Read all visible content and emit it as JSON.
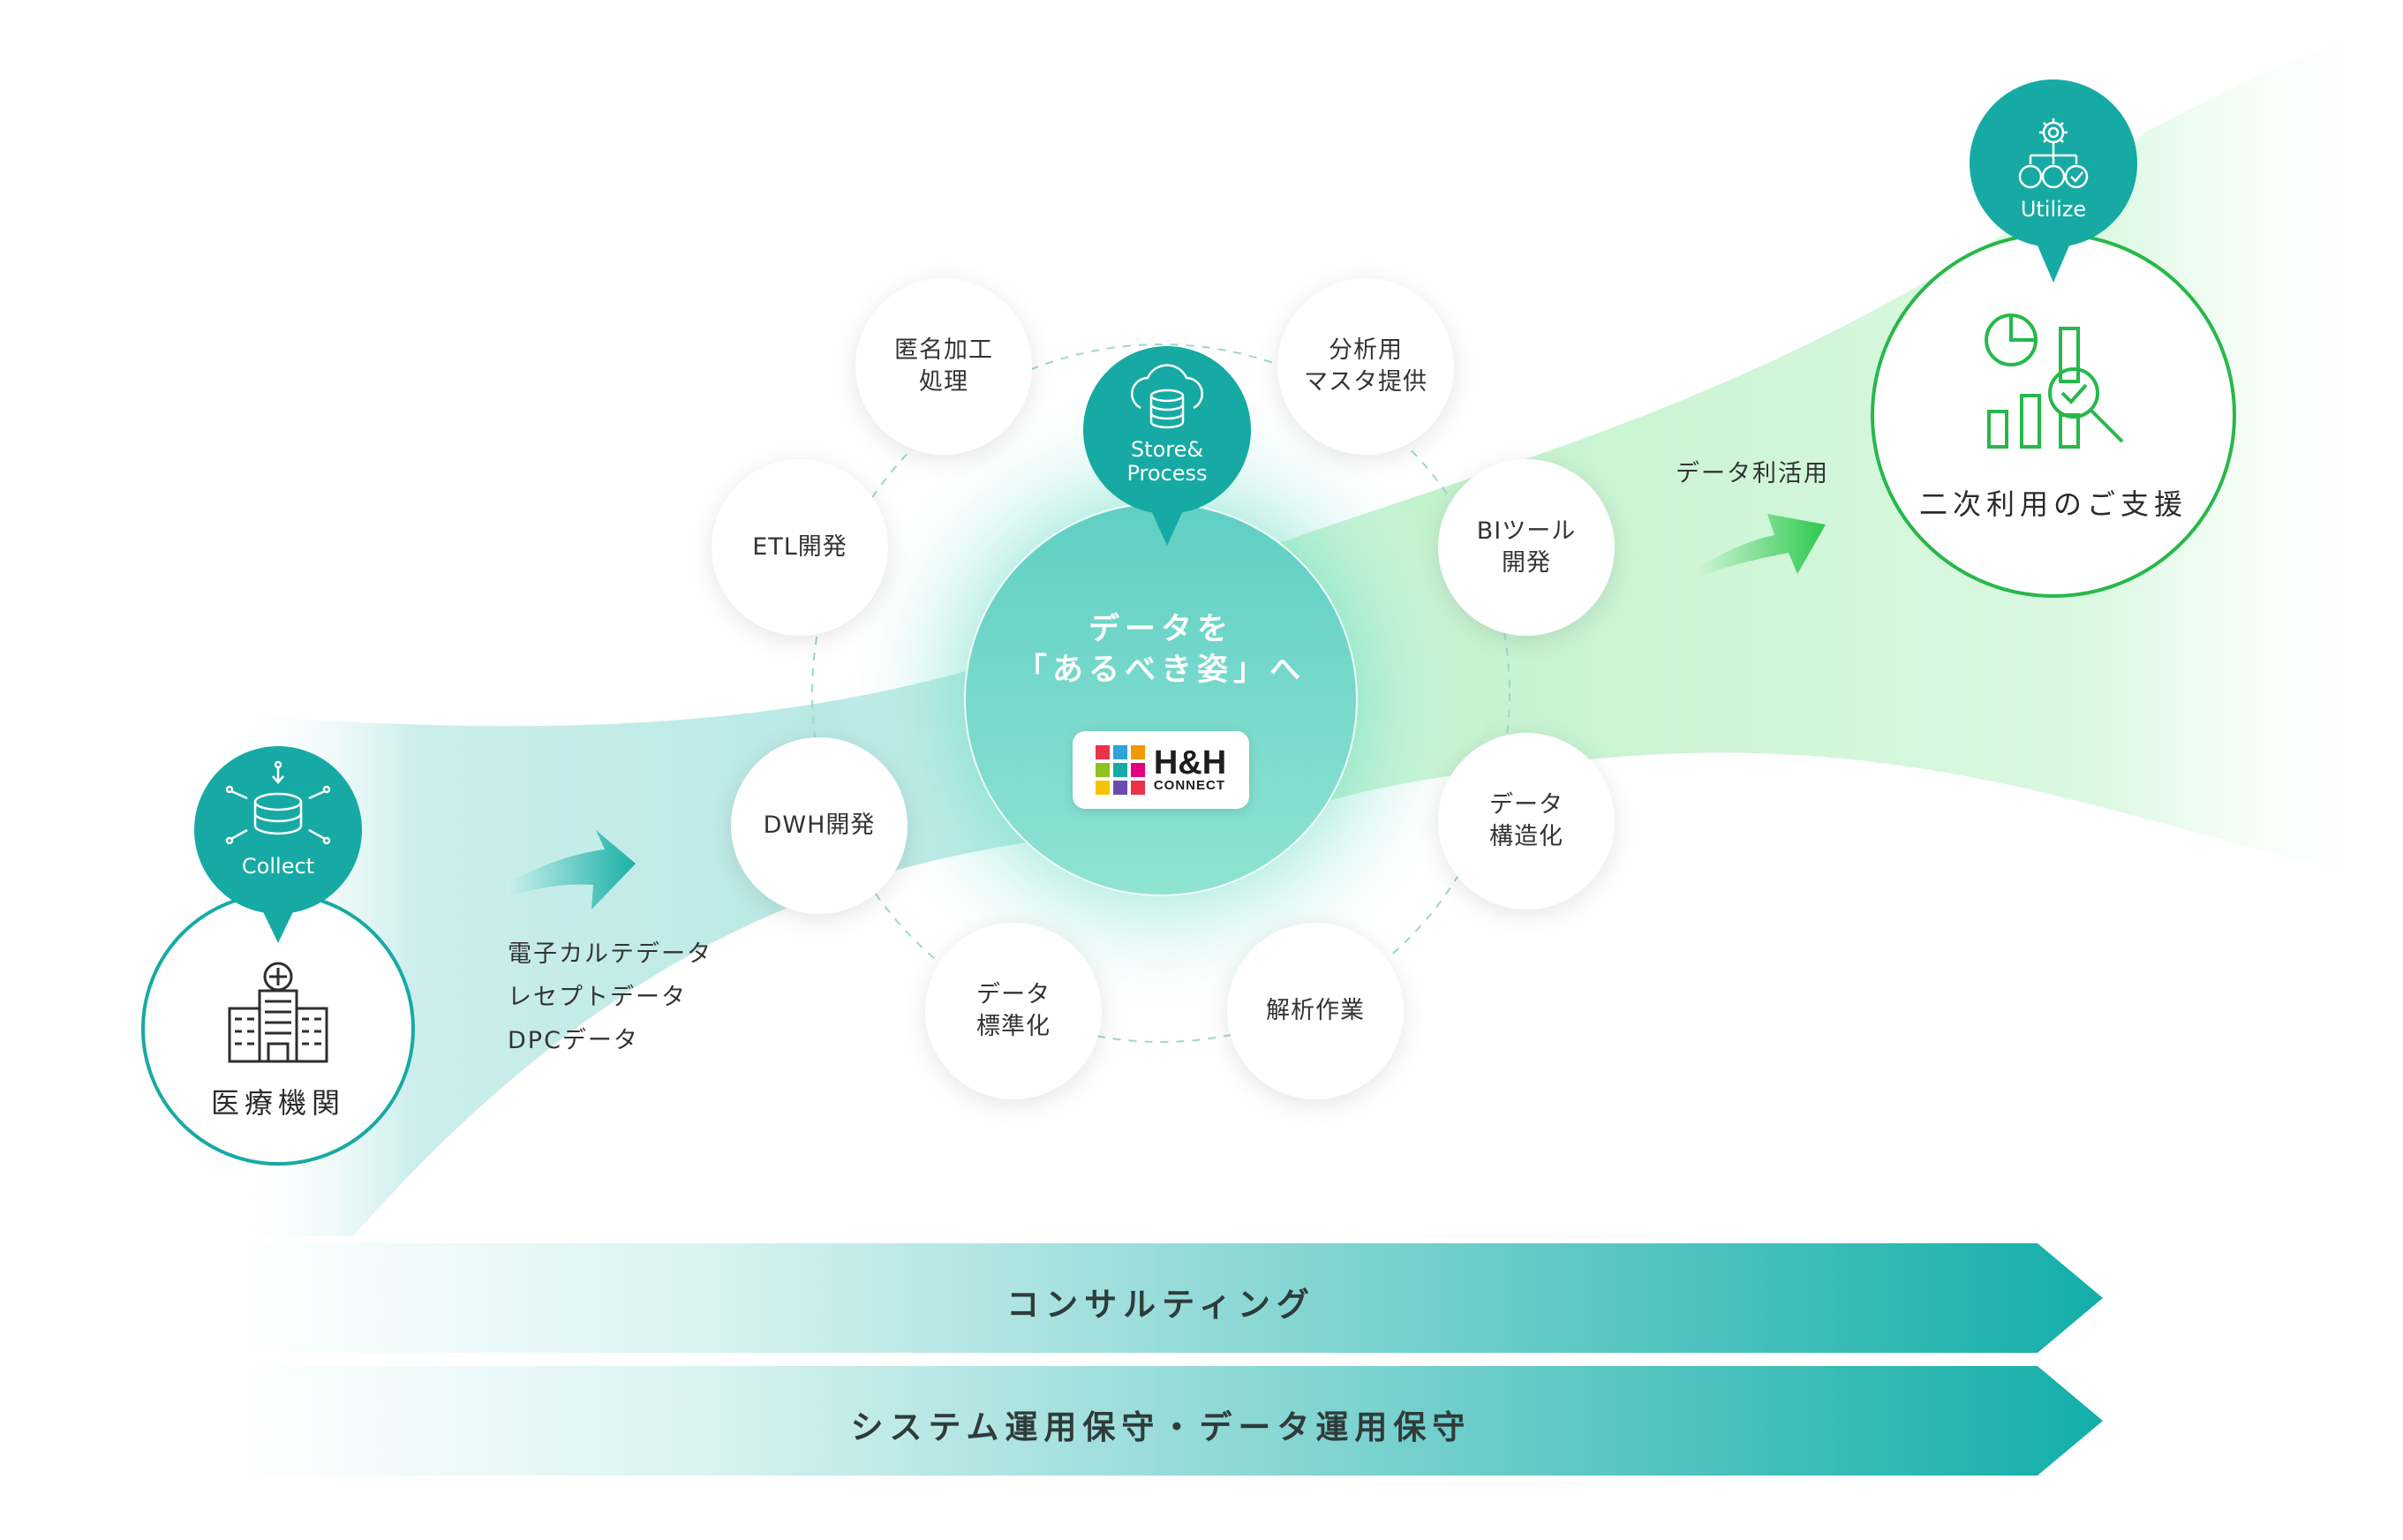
{
  "collect": {
    "label": "Collect",
    "icon": "database-network-icon"
  },
  "hospital": {
    "label": "医療機関",
    "icon": "hospital-icon"
  },
  "data_types": [
    "電子カルテデータ",
    "レセプトデータ",
    "DPCデータ"
  ],
  "store": {
    "label": "Store&\nProcess",
    "icon": "cloud-database-icon"
  },
  "center": {
    "line1": "データを",
    "line2": "「あるべき姿」へ",
    "logo_text": "H&H",
    "logo_sub": "CONNECT"
  },
  "processes": [
    {
      "id": "anonymize",
      "label": "匿名加工\n処理"
    },
    {
      "id": "master",
      "label": "分析用\nマスタ提供"
    },
    {
      "id": "etl",
      "label": "ETL開発"
    },
    {
      "id": "bi",
      "label": "BIツール\n開発"
    },
    {
      "id": "dwh",
      "label": "DWH開発"
    },
    {
      "id": "structure",
      "label": "データ\n構造化"
    },
    {
      "id": "standardize",
      "label": "データ\n標準化"
    },
    {
      "id": "analysis",
      "label": "解析作業"
    }
  ],
  "utilize_arrow_label": "データ利活用",
  "utilize": {
    "label": "Utilize",
    "icon": "gear-hierarchy-icon"
  },
  "secondary": {
    "label": "二次利用のご支援",
    "icon": "chart-magnifier-icon"
  },
  "bands": [
    "コンサルティング",
    "システム運用保守・データ運用保守"
  ],
  "colors": {
    "teal": "#17aaa4",
    "green": "#27b84a",
    "band_light": "#e6f6f5",
    "band_dark": "#17b2ae"
  }
}
